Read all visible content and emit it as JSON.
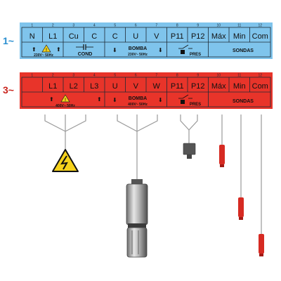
{
  "panel_single": {
    "label": "1~",
    "color": "#7fc4ec",
    "label_color": "#2a8fd0",
    "numbers": [
      "1",
      "2",
      "3",
      "4",
      "5",
      "6",
      "7",
      "8",
      "9",
      "10",
      "11",
      "12"
    ],
    "terminals": [
      "N",
      "L1",
      "Cu",
      "C",
      "C",
      "U",
      "V",
      "P11",
      "P12",
      "Máx",
      "Min",
      "Com"
    ],
    "groups": {
      "power": "230V~ 50Hz",
      "cond": "COND",
      "bomba": "BOMBA",
      "bomba_sub": "230V~ 50Hz",
      "pres": "PRES",
      "sondas": "SONDAS"
    }
  },
  "panel_three": {
    "label": "3~",
    "color": "#e8342a",
    "label_color": "#c9231c",
    "numbers": [
      "1",
      "2",
      "3",
      "4",
      "5",
      "6",
      "7",
      "8",
      "9",
      "10",
      "11",
      "12"
    ],
    "terminals": [
      "",
      "L1",
      "L2",
      "L3",
      "U",
      "V",
      "W",
      "P11",
      "P12",
      "Máx",
      "Min",
      "Com"
    ],
    "groups": {
      "power": "400V~ 50Hz",
      "bomba": "BOMBA",
      "bomba_sub": "400V~ 50Hz",
      "pres": "PRES",
      "sondas": "SONDAS"
    }
  },
  "icons": [
    "warning-icon",
    "capacitor-icon",
    "arrow-icon",
    "pressure-switch-icon",
    "high-voltage-sign",
    "submersible-pump",
    "level-probe"
  ]
}
